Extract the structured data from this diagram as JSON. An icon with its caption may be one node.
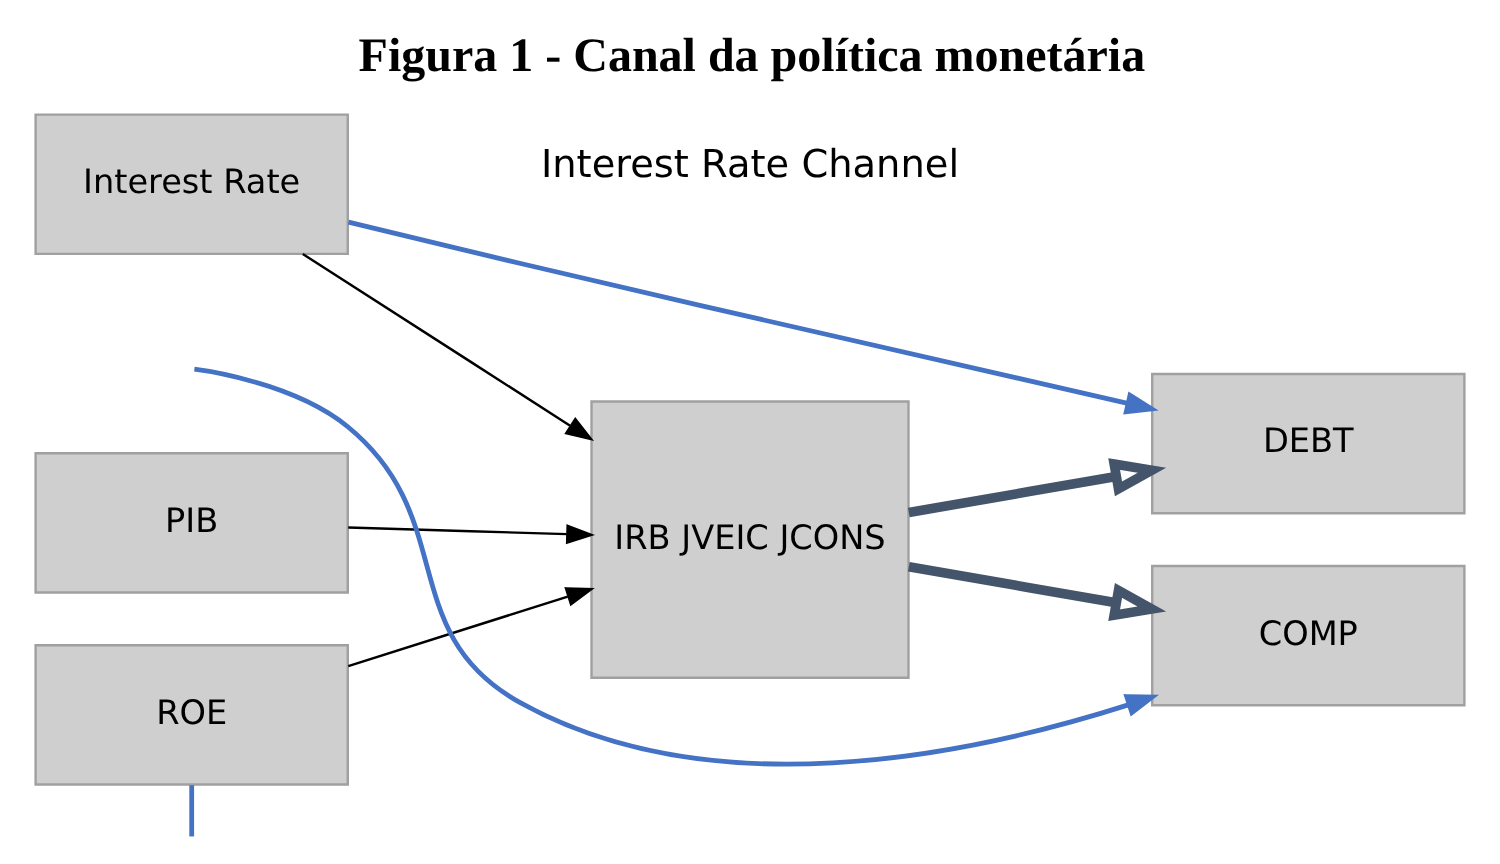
{
  "diagram": {
    "title": "Figura 1 - Canal da política monetária",
    "nodes": [
      {
        "text": [
          "Interest Rate"
        ]
      },
      {
        "text": [
          "PIB"
        ]
      },
      {
        "text": [
          "ROE"
        ]
      },
      {
        "text": [
          "IRB JVEIC JCONS"
        ]
      },
      {
        "text": [
          "DEBT"
        ]
      },
      {
        "text": [
          "COMP"
        ]
      }
    ],
    "edges": [
      {
        "from": 0,
        "to": 3,
        "arrow": "to"
      },
      {
        "from": 1,
        "to": 3,
        "arrow": "to"
      },
      {
        "from": 2,
        "to": 3,
        "arrow": "to"
      },
      {
        "from": 3,
        "to": 4,
        "arrow": "to",
        "style": "thick",
        "color": "#44546a"
      },
      {
        "from": 3,
        "to": 5,
        "arrow": "to",
        "style": "thick",
        "color": "#44546a"
      },
      {
        "from": 0,
        "to": 4,
        "arrow": "to",
        "color": "#4472c4"
      },
      {
        "from": 2,
        "to": null,
        "arrow": "none",
        "color": "#4472c4"
      },
      {
        "from": null,
        "to": 5,
        "arrow": "to",
        "color": "#4472c4"
      }
    ],
    "labels": [
      "Interest Rate Channel"
    ]
  }
}
